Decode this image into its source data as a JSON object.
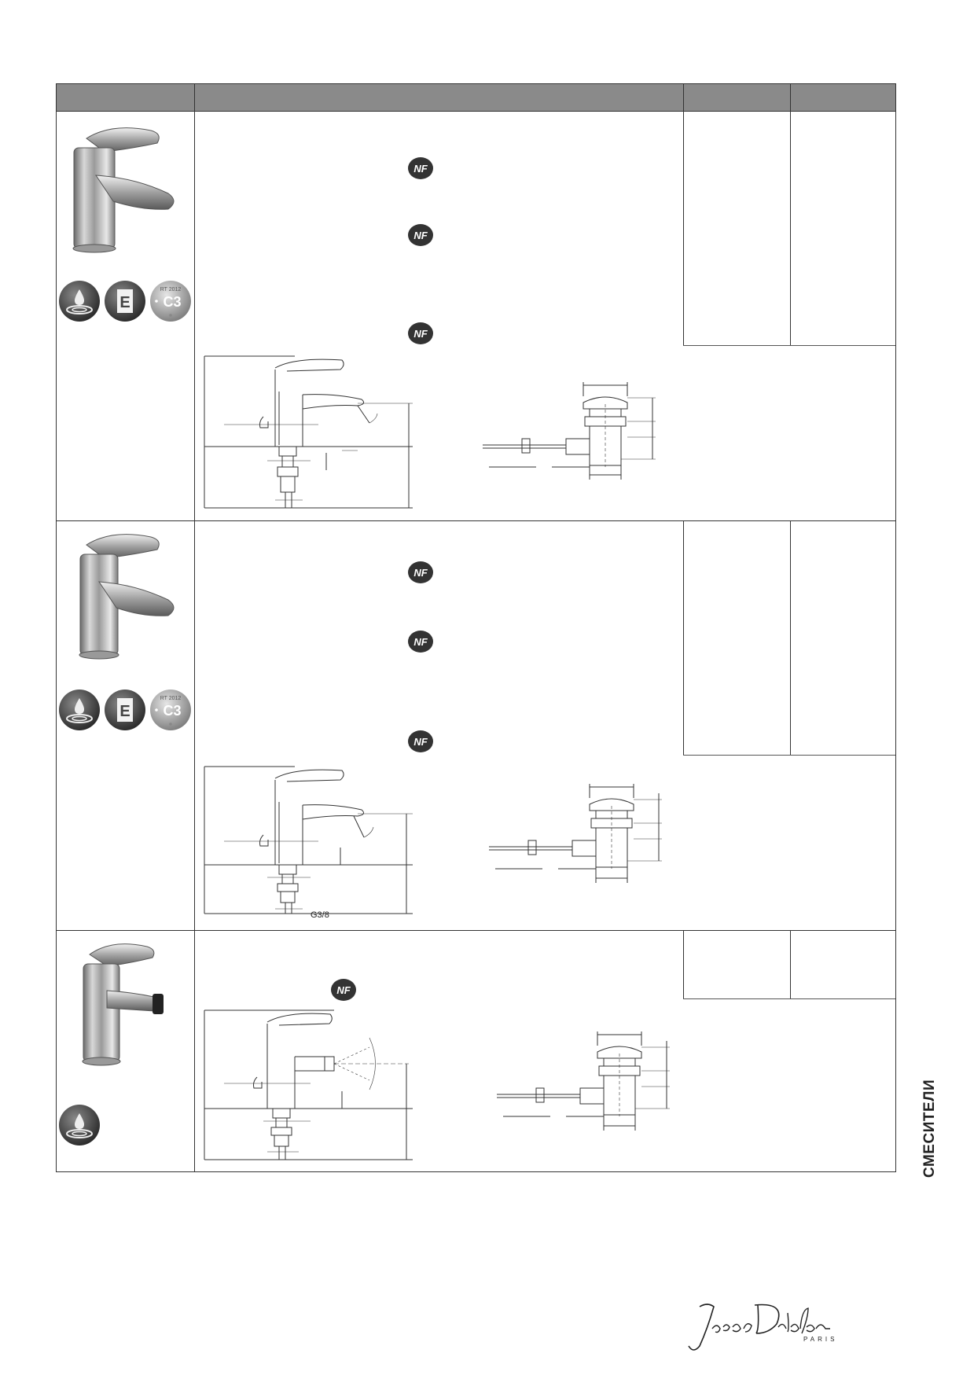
{
  "table": {
    "header_cells": [
      "",
      "",
      "",
      ""
    ],
    "rows": [
      {
        "product": "basin-mixer-1",
        "badges": [
          "water-saving-icon",
          "energy-class-icon",
          "rt2012-c3-icon"
        ],
        "nf_marks": 3
      },
      {
        "product": "basin-mixer-2",
        "badges": [
          "water-saving-icon",
          "energy-class-icon",
          "rt2012-c3-icon"
        ],
        "nf_marks": 3,
        "thread_label": "G3/8"
      },
      {
        "product": "bidet-mixer",
        "badges": [
          "water-saving-icon"
        ],
        "nf_marks": 1
      }
    ]
  },
  "badges": {
    "nf_text": "NF",
    "rt_text": "RT 2012",
    "c3_text": "C3",
    "energy_letter": "E"
  },
  "side_label": "СМЕСИТЕЛИ",
  "brand": {
    "logo": "Jacob Delafon",
    "city": "PARIS"
  }
}
